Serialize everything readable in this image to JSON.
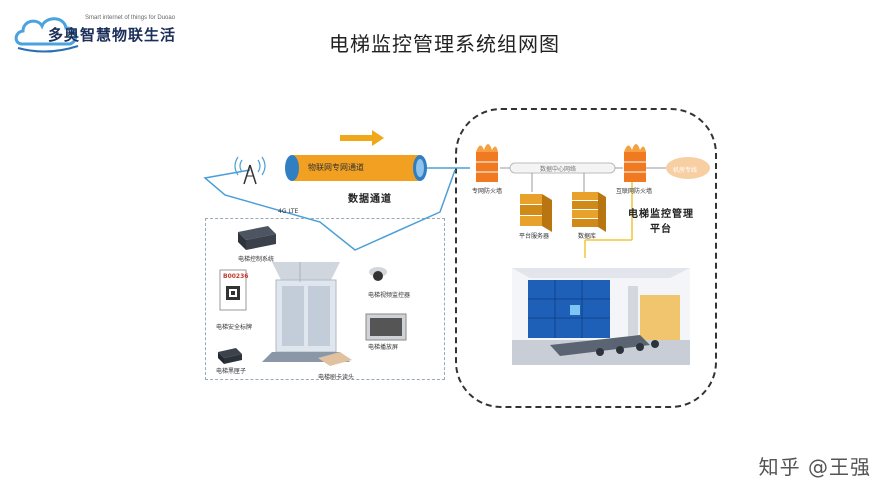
{
  "header": {
    "logo_en": "Smart internet of things for Duoao",
    "logo_cn": "多奥智慧物联生活",
    "title": "电梯监控管理系统组网图"
  },
  "network": {
    "pipe_label": "物联网专网通道",
    "data_channel": "数据通道",
    "lte": "4G LTE"
  },
  "datacenter": {
    "bus_label": "数据中心网络",
    "firewall_left": "专网防火墙",
    "firewall_right": "互联网防火墙",
    "server": "平台服务器",
    "database": "数据库",
    "isp_line": "机房专线",
    "platform_line1": "电梯监控管理",
    "platform_line2": "平台"
  },
  "elevator": {
    "control_system": "电梯控制系统",
    "safety_sign": "电梯安全标牌",
    "sign_code": "B00236",
    "black_box": "电梯黑匣子",
    "camera": "电梯视频监控器",
    "ad_screen": "电梯播放屏",
    "card_reader": "电梯刷卡读头"
  },
  "watermark": "知乎 @王强",
  "colors": {
    "pipe": "#f2a021",
    "pipe_end": "#2f7fc2",
    "arrow": "#f0a81a",
    "link": "#4a9fd8",
    "firewall": "#f07a22",
    "server": "#e8a12a"
  }
}
